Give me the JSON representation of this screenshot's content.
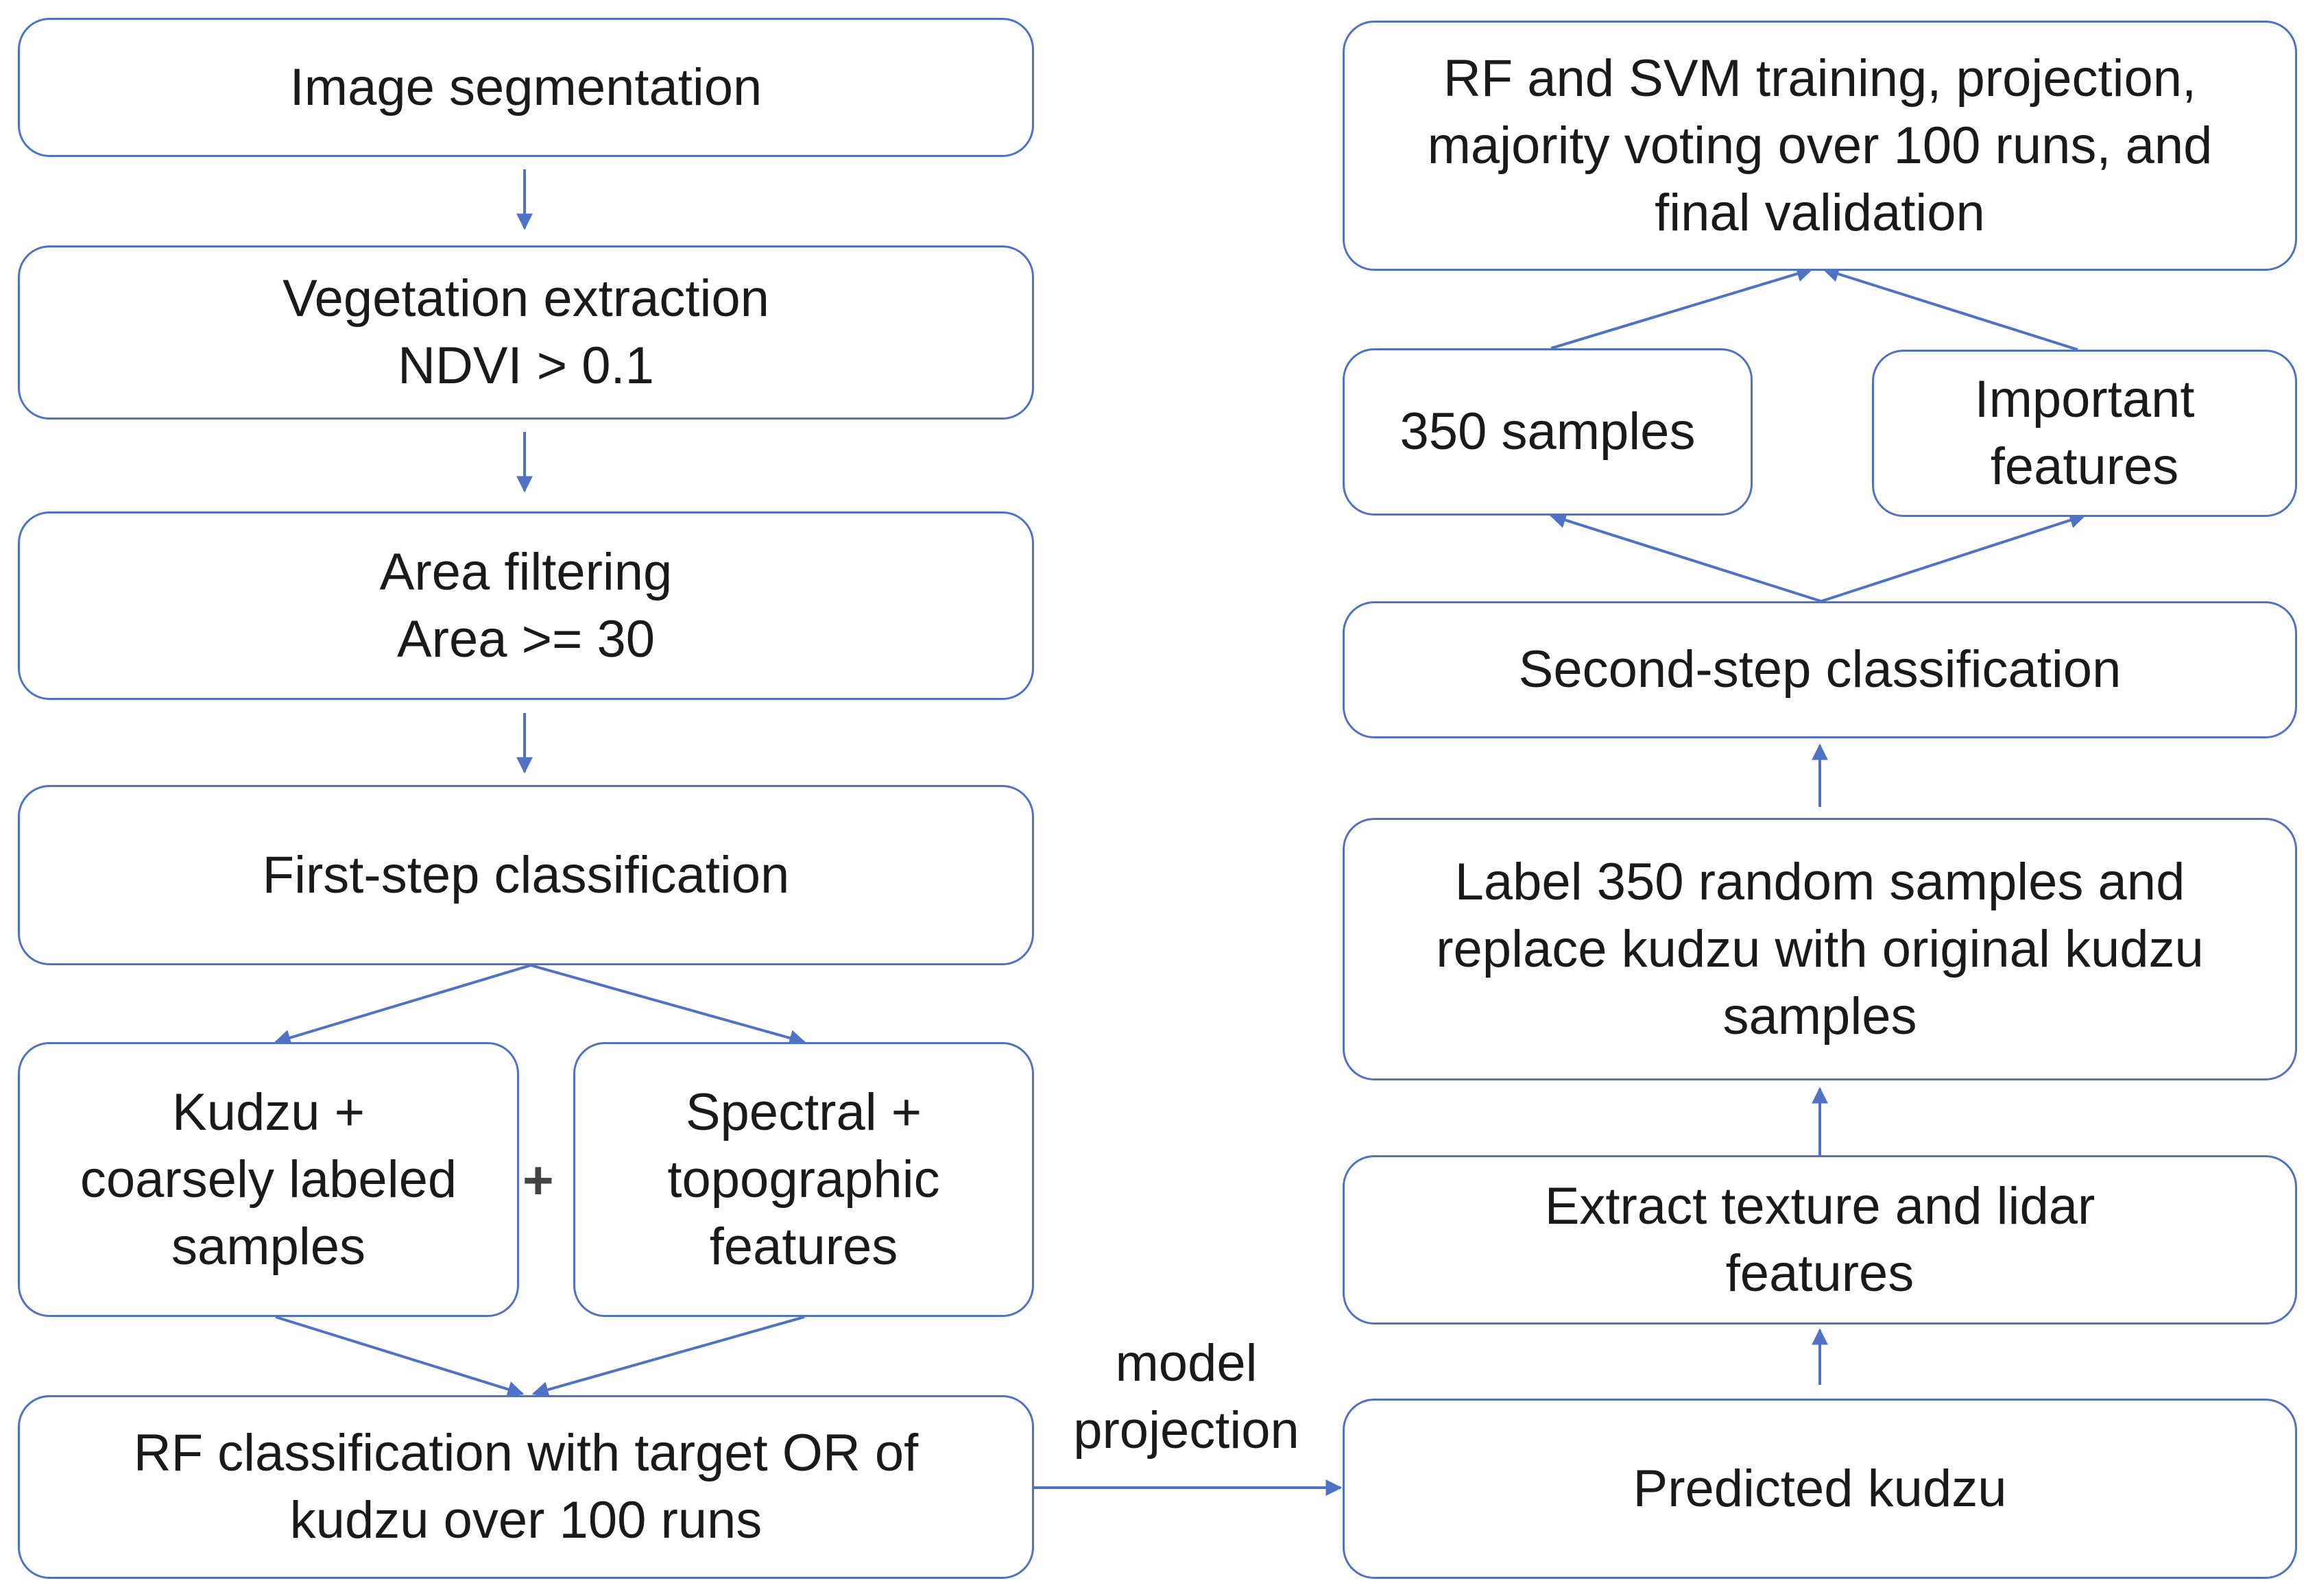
{
  "boxes": {
    "image_segmentation": "Image segmentation",
    "vegetation_extraction": "Vegetation extraction\n      NDVI > 0.1",
    "area_filtering": "Area filtering\nArea >= 30",
    "first_step_classification": "First-step classification",
    "kudzu_samples": "Kudzu +\ncoarsely labeled\nsamples",
    "spectral_features": "Spectral +\ntopographic\nfeatures",
    "rf_classification": "RF classification with target OR of\nkudzu over 100 runs",
    "rf_svm_training": "RF and SVM training, projection,\nmajority voting over 100 runs, and\nfinal validation",
    "samples_350": "350 samples",
    "important_features": "Important\nfeatures",
    "second_step_classification": "Second-step classification",
    "label_samples": "Label 350 random samples and\nreplace kudzu with original kudzu\nsamples",
    "extract_features": "Extract texture and lidar\nfeatures",
    "predicted_kudzu": "Predicted kudzu"
  },
  "combine_symbol": "+",
  "edge_label": "model\nprojection",
  "colors": {
    "stroke": "#4f72c4",
    "text": "#1a1a1a"
  }
}
